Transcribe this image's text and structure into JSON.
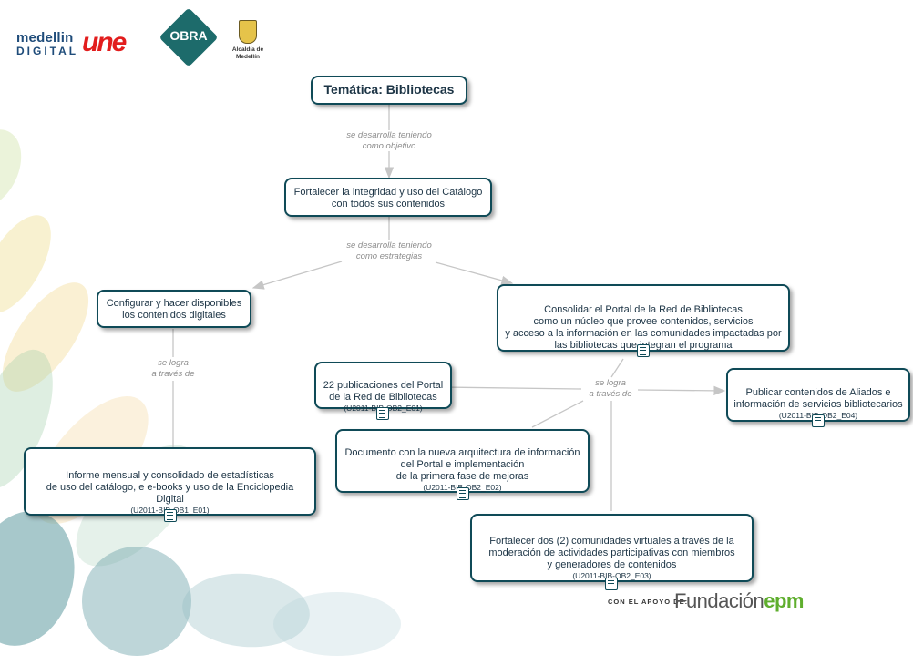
{
  "header": {
    "logo_medellin_line1": "medellin",
    "logo_medellin_line2": "DIGITAL",
    "logo_une": "une",
    "logo_obra": "OBRA",
    "logo_alcaldia": "Alcaldía de Medellín"
  },
  "map": {
    "title": "Temática: Bibliotecas",
    "objective": "Fortalecer la integridad y uso del Catálogo\ncon todos sus contenidos",
    "strategy_left": "Configurar y hacer disponibles\nlos contenidos digitales",
    "strategy_right": "Consolidar el Portal de la Red de Bibliotecas\ncomo un núcleo que provee contenidos, servicios\ny acceso a la información en las comunidades impactadas por\nlas bibliotecas que integran el programa",
    "product_informe": {
      "text": "Informe mensual y consolidado de estadísticas\nde uso del catálogo, e e-books y uso de la Enciclopedia Digital",
      "code": "(U2011-BIB-OB1_E01)"
    },
    "product_publicaciones": {
      "text": "22 publicaciones del Portal\nde la Red de Bibliotecas",
      "code": "(U2011-BIB-OB2_E01)"
    },
    "product_documento": {
      "text": "Documento con la nueva arquitectura de información\ndel Portal e implementación\nde la primera fase de mejoras",
      "code": "(U2011-BIB-OB2_E02)"
    },
    "product_comunidades": {
      "text": "Fortalecer dos (2) comunidades virtuales a través de la\nmoderación de actividades participativas con miembros\ny generadores de contenidos",
      "code": "(U2011-BIB-OB2_E03)"
    },
    "product_aliados": {
      "text": "Publicar contenidos de Aliados e\ninformación de servicios bibliotecarios",
      "code": "(U2011-BIB-OB2_E04)"
    },
    "link_objetivo": "se desarrolla teniendo\ncomo objetivo",
    "link_estrategias": "se desarrolla teniendo\ncomo estrategias",
    "link_logra_left": "se logra\na través de",
    "link_logra_right": "se logra\na través de"
  },
  "footer": {
    "support_label": "CON EL APOYO DE:",
    "fundacion": "Fundación",
    "epm": "epm"
  },
  "colors": {
    "node_border": "#0f4a57",
    "link_line": "#c6c6c6",
    "link_text": "#8d8d8d"
  }
}
